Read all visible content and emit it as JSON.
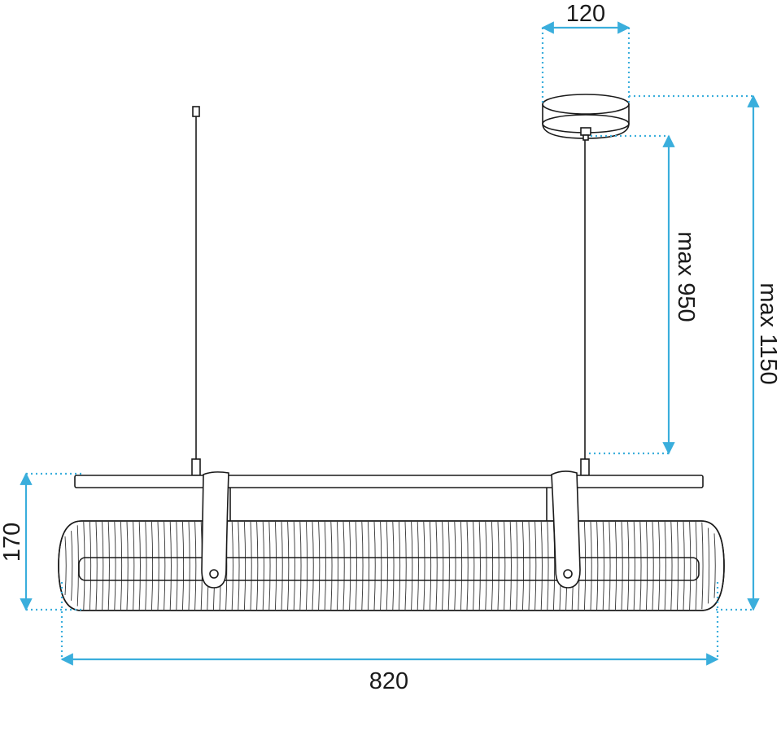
{
  "dimensions": {
    "canopy_width": "120",
    "cable_length": "max 950",
    "total_height": "max 1150",
    "shade_height": "170",
    "total_width": "820"
  },
  "colors": {
    "dimension_line": "#3aaedc",
    "drawing_line": "#1a1a1a",
    "background": "#ffffff"
  }
}
